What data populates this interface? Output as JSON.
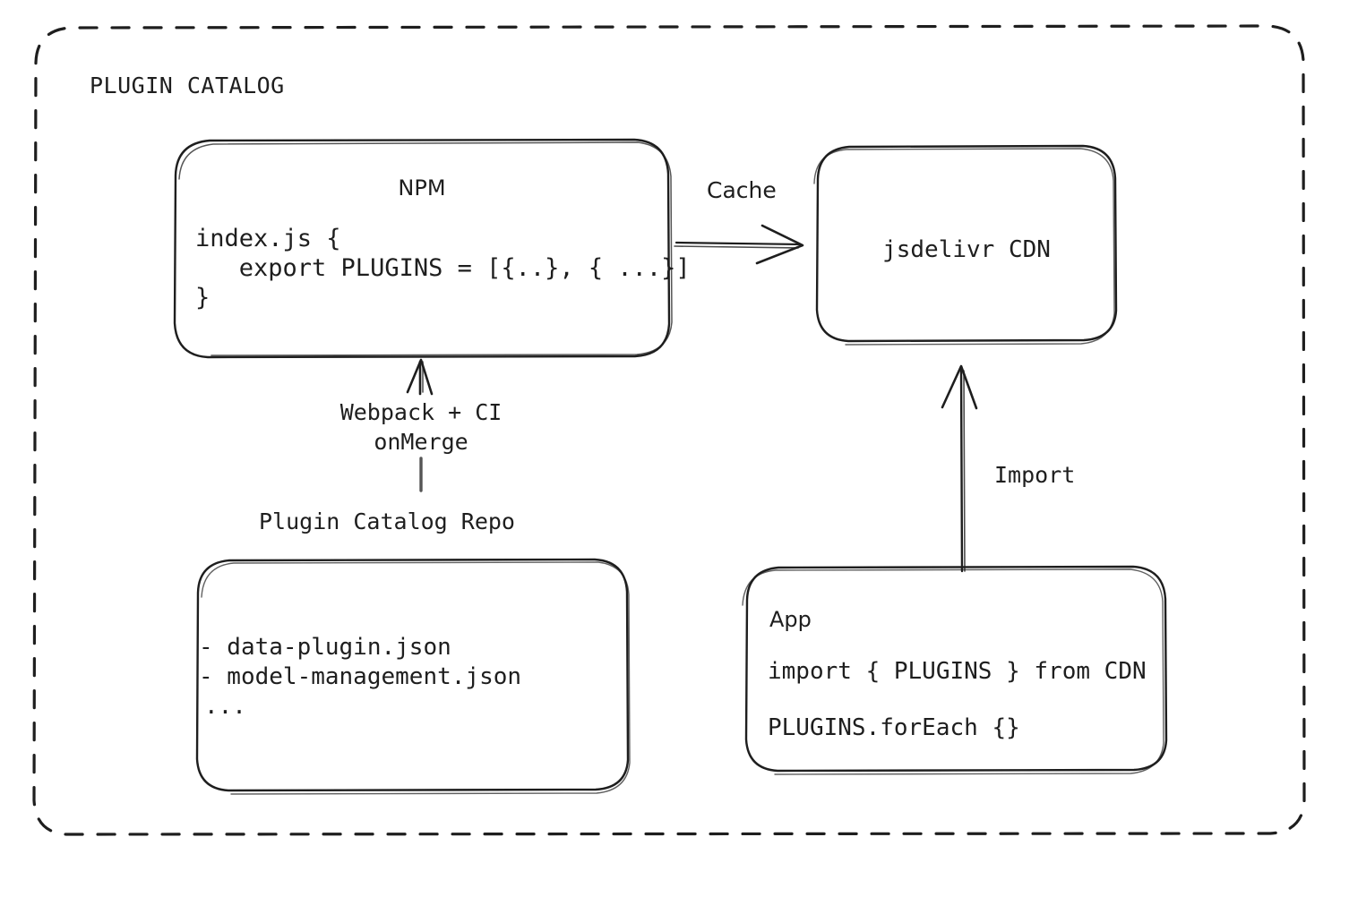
{
  "diagram": {
    "type": "architecture-flow",
    "style": "hand-drawn-sketch",
    "background_color": "#ffffff",
    "stroke_color": "#1e1e1e",
    "container": {
      "label": "PLUGIN CATALOG",
      "border_style": "dashed"
    },
    "nodes": [
      {
        "id": "npm",
        "title": "NPM",
        "lines": [
          "index.js {",
          "   export PLUGINS = [{..}, { ...}]",
          "}"
        ]
      },
      {
        "id": "cdn",
        "title": "jsdelivr CDN",
        "lines": []
      },
      {
        "id": "repo",
        "external_label": "Plugin Catalog Repo",
        "lines": [
          "- data-plugin.json",
          "- model-management.json",
          "..."
        ]
      },
      {
        "id": "app",
        "title": "App",
        "lines": [
          "import { PLUGINS } from CDN",
          "PLUGINS.forEach {}"
        ]
      }
    ],
    "edges": [
      {
        "id": "npm-to-cdn",
        "label": "Cache",
        "from": "npm",
        "to": "cdn",
        "direction": "right"
      },
      {
        "id": "repo-to-npm",
        "label_line1": "Webpack + CI",
        "label_line2": "onMerge",
        "from": "repo",
        "to": "npm",
        "direction": "up"
      },
      {
        "id": "app-to-cdn",
        "label": "Import",
        "from": "app",
        "to": "cdn",
        "direction": "up"
      }
    ]
  }
}
